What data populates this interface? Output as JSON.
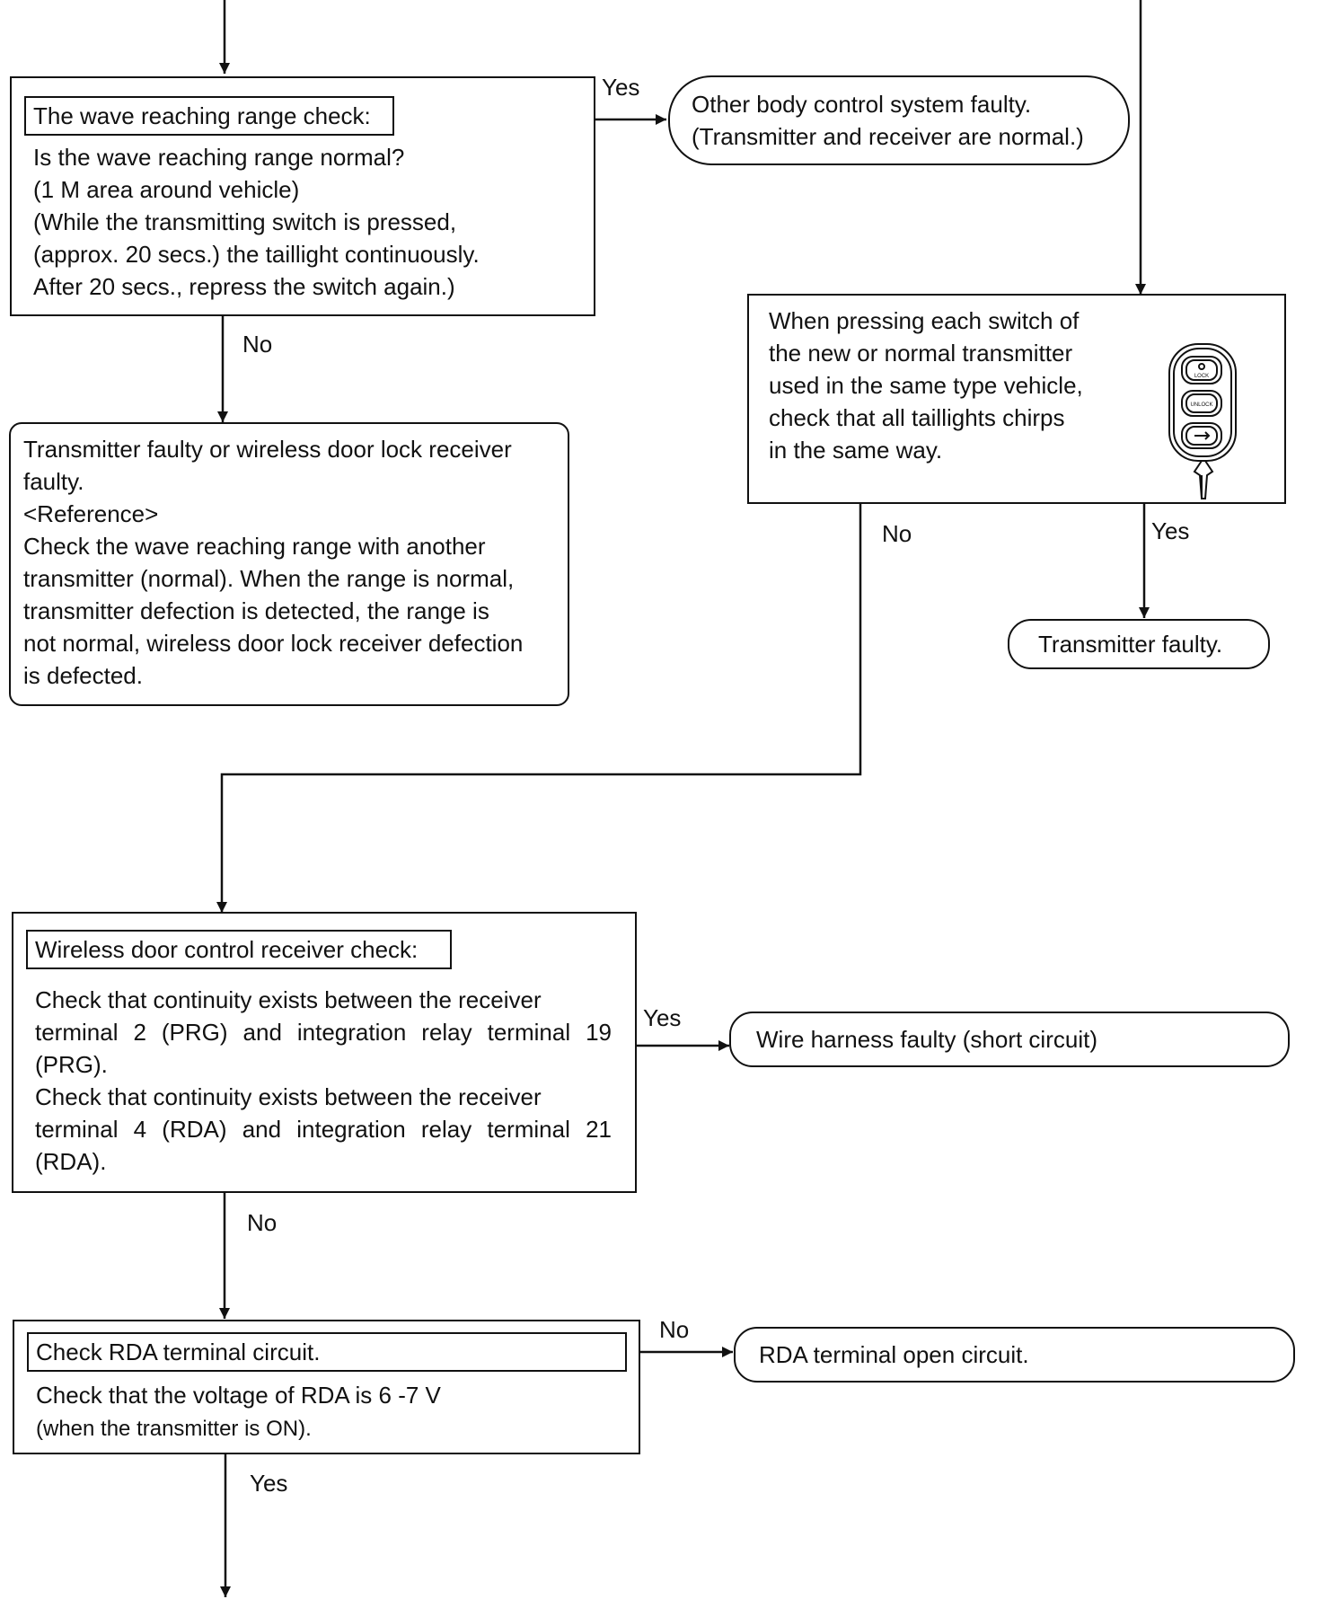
{
  "wave_check": {
    "heading": "The wave reaching range check:",
    "lines": [
      "Is the wave reaching range normal?",
      "(1 M area around vehicle)",
      "(While the transmitting switch is pressed,",
      "(approx. 20 secs.) the taillight  continuously.",
      "After 20 secs., repress the switch again.)"
    ]
  },
  "other_body": {
    "lines": [
      "Other body control system faulty.",
      "(Transmitter and receiver are normal.)"
    ]
  },
  "tx_or_rx_faulty": {
    "lines": [
      "Transmitter faulty or wireless door lock receiver",
      "faulty.",
      "<Reference>",
      "Check the wave reaching range with another",
      "transmitter (normal). When the range is normal,",
      "transmitter defection is detected, the range is",
      "not normal, wireless door lock receiver defection",
      "is defected."
    ]
  },
  "press_switch": {
    "lines": [
      "When pressing each switch of",
      "the new or normal transmitter",
      "used in the same type vehicle,",
      "check that all taillights chirps",
      "in the same way."
    ],
    "fob_buttons": [
      "LOCK",
      "UNLOCK"
    ]
  },
  "tx_faulty": {
    "text": "Transmitter faulty."
  },
  "receiver_check": {
    "heading": "Wireless door control receiver check:",
    "lines": [
      "Check that continuity exists between the receiver",
      "terminal 2 (PRG) and integration relay terminal 19",
      "(PRG).",
      "Check that continuity exists between the receiver",
      "terminal 4 (RDA) and integration relay terminal 21",
      "(RDA)."
    ]
  },
  "wire_harness": {
    "text": "Wire harness faulty (short circuit)"
  },
  "rda_check": {
    "heading": "Check RDA terminal circuit.",
    "lines": [
      "Check that the voltage of RDA is  6 -7 V",
      "(when the transmitter is ON)."
    ]
  },
  "rda_open": {
    "text": "RDA terminal open circuit."
  },
  "labels": {
    "yes": "Yes",
    "no": "No"
  }
}
